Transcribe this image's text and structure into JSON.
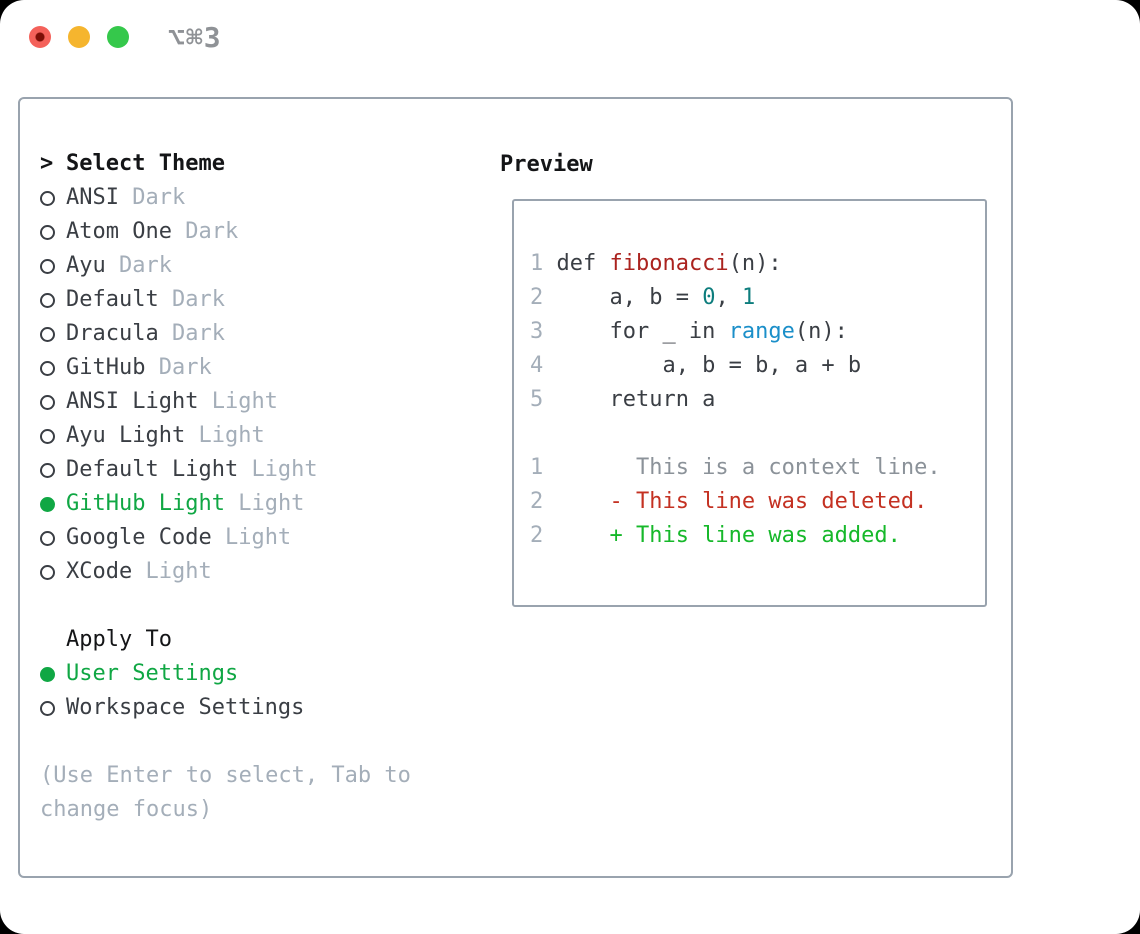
{
  "window": {
    "title": "⌥⌘3"
  },
  "colors": {
    "page_bg": "#000000",
    "window_bg": "#ffffff",
    "border": "#99a3ae",
    "traffic_red": "#f4615a",
    "traffic_red_dot": "#7c0e06",
    "traffic_yellow": "#f5b52e",
    "traffic_green": "#35c84b",
    "title_gray": "#8f9296",
    "heading_black": "#141517",
    "item_dark": "#3a3e44",
    "muted": "#a4aeb9",
    "selected_green": "#10a744",
    "code_plain": "#3a3e44",
    "code_function": "#ab231f",
    "code_number": "#0d7d7d",
    "code_builtin": "#1b8fc9",
    "diff_context": "#8b9299",
    "diff_deleted": "#c43122",
    "diff_added": "#16b82a"
  },
  "theme_picker": {
    "prompt": ">",
    "title": "Select Theme",
    "themes": [
      {
        "name": "ANSI",
        "variant": "Dark",
        "selected": false
      },
      {
        "name": "Atom One",
        "variant": "Dark",
        "selected": false
      },
      {
        "name": "Ayu",
        "variant": "Dark",
        "selected": false
      },
      {
        "name": "Default",
        "variant": "Dark",
        "selected": false
      },
      {
        "name": "Dracula",
        "variant": "Dark",
        "selected": false
      },
      {
        "name": "GitHub",
        "variant": "Dark",
        "selected": false
      },
      {
        "name": "ANSI Light",
        "variant": "Light",
        "selected": false
      },
      {
        "name": "Ayu Light",
        "variant": "Light",
        "selected": false
      },
      {
        "name": "Default Light",
        "variant": "Light",
        "selected": false
      },
      {
        "name": "GitHub Light",
        "variant": "Light",
        "selected": true
      },
      {
        "name": "Google Code",
        "variant": "Light",
        "selected": false
      },
      {
        "name": "XCode",
        "variant": "Light",
        "selected": false
      }
    ],
    "apply_to": {
      "title": "Apply To",
      "options": [
        {
          "label": "User Settings",
          "selected": true
        },
        {
          "label": "Workspace Settings",
          "selected": false
        }
      ]
    },
    "hint": "(Use Enter to select, Tab to change focus)"
  },
  "preview": {
    "title": "Preview",
    "code_lines": [
      {
        "num": "1",
        "segments": [
          {
            "text": "def ",
            "color": "plain"
          },
          {
            "text": "fibonacci",
            "color": "function"
          },
          {
            "text": "(n):",
            "color": "plain"
          }
        ]
      },
      {
        "num": "2",
        "segments": [
          {
            "text": "    a, b = ",
            "color": "plain"
          },
          {
            "text": "0",
            "color": "number"
          },
          {
            "text": ", ",
            "color": "plain"
          },
          {
            "text": "1",
            "color": "number"
          }
        ]
      },
      {
        "num": "3",
        "segments": [
          {
            "text": "    for _ in ",
            "color": "plain"
          },
          {
            "text": "range",
            "color": "builtin"
          },
          {
            "text": "(n):",
            "color": "plain"
          }
        ]
      },
      {
        "num": "4",
        "segments": [
          {
            "text": "        a, b = b, a + b",
            "color": "plain"
          }
        ]
      },
      {
        "num": "5",
        "segments": [
          {
            "text": "    return a",
            "color": "plain"
          }
        ]
      },
      {
        "num": "",
        "segments": []
      },
      {
        "num": "1",
        "segments": [
          {
            "text": "      This is a context line.",
            "color": "context"
          }
        ]
      },
      {
        "num": "2",
        "segments": [
          {
            "text": "    - This line was deleted.",
            "color": "deleted"
          }
        ]
      },
      {
        "num": "2",
        "segments": [
          {
            "text": "    + This line was added.",
            "color": "added"
          }
        ]
      }
    ]
  }
}
